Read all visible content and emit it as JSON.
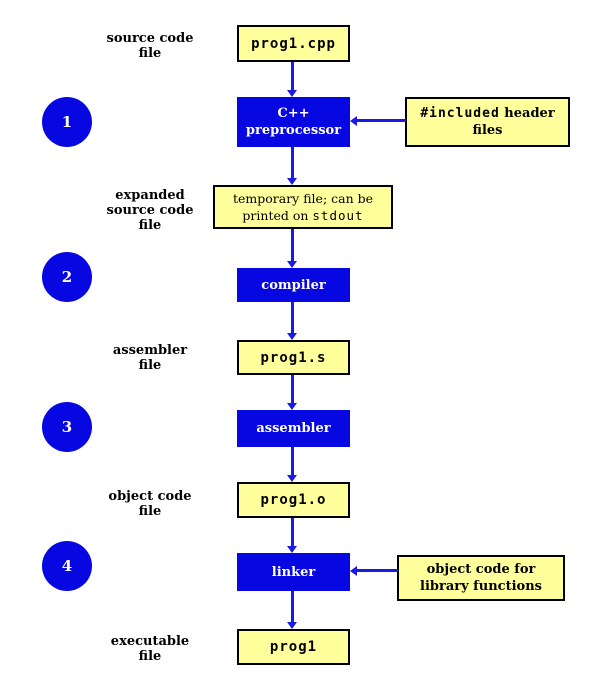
{
  "diagram": {
    "left_labels": [
      "source code\nfile",
      "expanded\nsource code\nfile",
      "assembler\nfile",
      "object code\nfile",
      "executable\nfile"
    ],
    "steps": [
      "1",
      "2",
      "3",
      "4"
    ],
    "process_boxes": {
      "preprocessor": "C++\npreprocessor",
      "compiler": "compiler",
      "assembler": "assembler",
      "linker": "linker"
    },
    "file_boxes": {
      "source": "prog1.cpp",
      "temporary_line1": "temporary file; can be",
      "temporary_line2_text": "printed on ",
      "temporary_line2_code": "stdout",
      "assembly": "prog1.s",
      "object": "prog1.o",
      "executable": "prog1"
    },
    "side_boxes": {
      "headers_code": "#included",
      "headers_text": " header",
      "headers_line2": "files",
      "libraries": "object code for\nlibrary functions"
    },
    "colors": {
      "box_blue": "#0707e2",
      "circle_blue": "#0707e2",
      "arrow_blue": "#1a1ae6",
      "box_yellow": "#ffff9c",
      "text_on_blue": "#ffffff",
      "label_text": "#000000"
    }
  }
}
